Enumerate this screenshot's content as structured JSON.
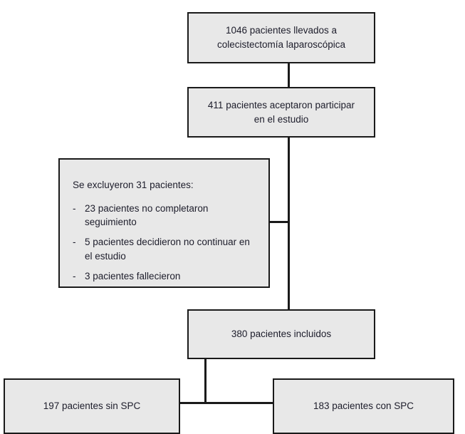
{
  "diagram": {
    "type": "patient-flow-chart",
    "language": "es",
    "colors": {
      "node_fill": "#e8e8e8",
      "node_border": "#1a1a1a",
      "text": "#1d1d2b",
      "background": "#ffffff"
    },
    "nodes": {
      "screened": {
        "label": "1046 pacientes llevados a\ncolecistectomía laparoscópica",
        "count": 1046
      },
      "consented": {
        "label": "411 pacientes aceptaron participar\nen el estudio",
        "count": 411
      },
      "excluded": {
        "title": "Se excluyeron 31 pacientes:",
        "count": 31,
        "dash": "-",
        "items": [
          {
            "text": "23 pacientes no completaron\nseguimiento",
            "count": 23
          },
          {
            "text": "5 pacientes decidieron no continuar\nen el estudio",
            "count": 5
          },
          {
            "text": "3 pacientes fallecieron",
            "count": 3
          }
        ]
      },
      "included": {
        "label": "380 pacientes incluidos",
        "count": 380
      },
      "no_spc": {
        "label": "197 pacientes sin SPC",
        "count": 197
      },
      "spc": {
        "label": "183 pacientes con SPC",
        "count": 183
      }
    }
  }
}
